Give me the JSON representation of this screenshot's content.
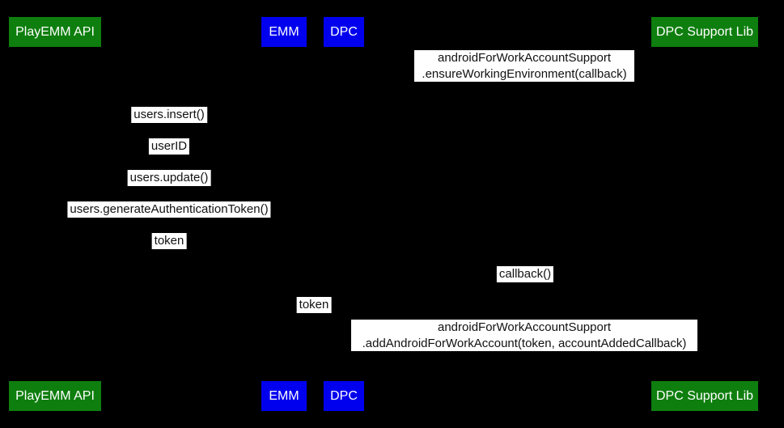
{
  "diagram_type": "sequence-diagram",
  "colors": {
    "background": "#000000",
    "actor_green": "#0e7e0e",
    "actor_blue": "#0000ee",
    "message_background": "#ffffff",
    "message_text": "#111111"
  },
  "actors": [
    {
      "label": "PlayEMM API",
      "color": "#0e7e0e"
    },
    {
      "label": "EMM",
      "color": "#0000ee"
    },
    {
      "label": "DPC",
      "color": "#0000ee"
    },
    {
      "label": "DPC Support Lib",
      "color": "#0e7e0e"
    }
  ],
  "messages": [
    {
      "lines": [
        "androidForWorkAccountSupport",
        ".ensureWorkingEnvironment(callback)"
      ]
    },
    {
      "lines": [
        "users.insert()"
      ]
    },
    {
      "lines": [
        "userID"
      ]
    },
    {
      "lines": [
        "users.update()"
      ]
    },
    {
      "lines": [
        "users.generateAuthenticationToken()"
      ]
    },
    {
      "lines": [
        "token"
      ]
    },
    {
      "lines": [
        "callback()"
      ]
    },
    {
      "lines": [
        "token"
      ]
    },
    {
      "lines": [
        "androidForWorkAccountSupport",
        ".addAndroidForWorkAccount(token, accountAddedCallback)"
      ]
    }
  ]
}
